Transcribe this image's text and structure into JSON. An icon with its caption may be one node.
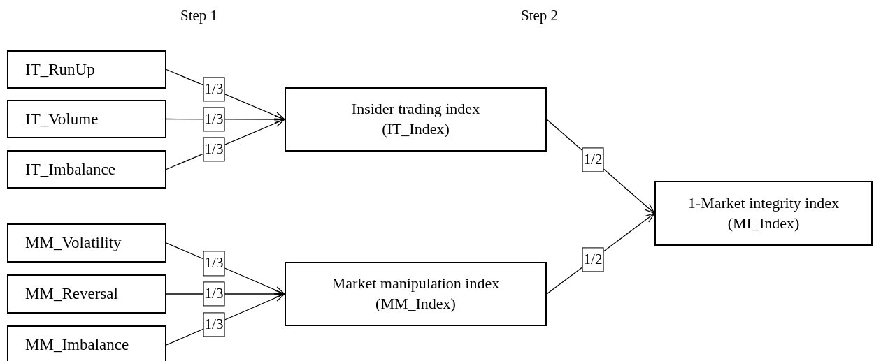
{
  "diagram": {
    "nodes": [
      {
        "text": [
          "IT_RunUp"
        ]
      },
      {
        "text": [
          "IT_Volume"
        ]
      },
      {
        "text": [
          "IT_Imbalance"
        ]
      },
      {
        "text": [
          "Insider trading index",
          "(IT_Index)"
        ]
      },
      {
        "text": [
          "MM_Volatility"
        ]
      },
      {
        "text": [
          "MM_Reversal"
        ]
      },
      {
        "text": [
          "MM_Imbalance"
        ]
      },
      {
        "text": [
          "Market manipulation index",
          "(MM_Index)"
        ]
      },
      {
        "text": [
          "1-Market integrity index",
          "(MI_Index)"
        ]
      }
    ],
    "edges": [
      {
        "from": 0,
        "to": 3,
        "arrow": "to",
        "label": "1/3"
      },
      {
        "from": 1,
        "to": 3,
        "arrow": "to",
        "label": "1/3"
      },
      {
        "from": 2,
        "to": 3,
        "arrow": "to",
        "label": "1/3"
      },
      {
        "from": 4,
        "to": 7,
        "arrow": "to",
        "label": "1/3"
      },
      {
        "from": 5,
        "to": 7,
        "arrow": "to",
        "label": "1/3"
      },
      {
        "from": 6,
        "to": 7,
        "arrow": "to",
        "label": "1/3"
      },
      {
        "from": 3,
        "to": 8,
        "arrow": "to",
        "label": "1/2"
      },
      {
        "from": 7,
        "to": 8,
        "arrow": "to",
        "label": "1/2"
      }
    ],
    "labels": [
      "Step 1",
      "Step 2"
    ]
  }
}
